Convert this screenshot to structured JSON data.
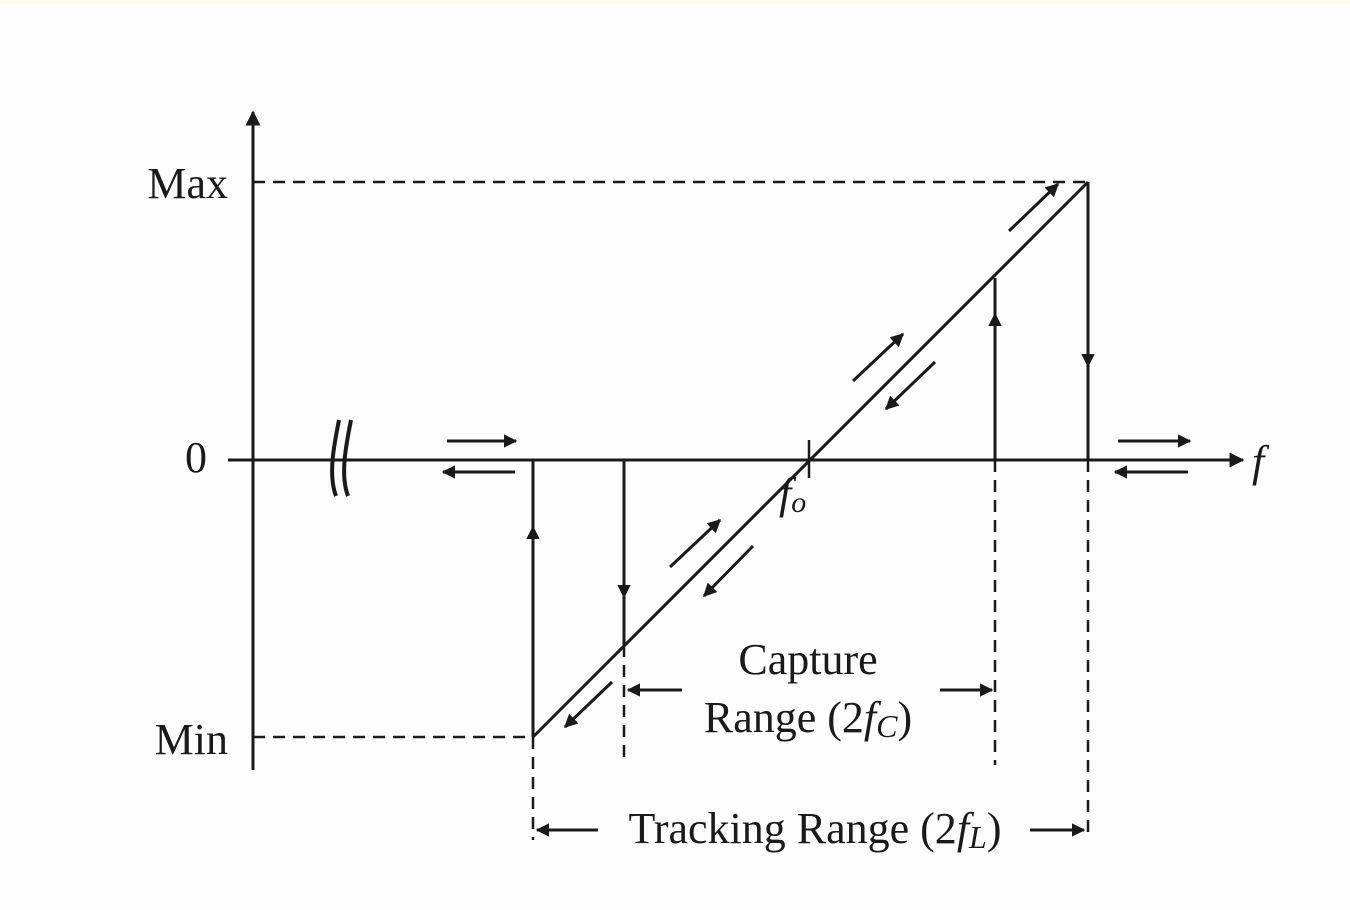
{
  "axis": {
    "y_max": "Max",
    "y_zero": "0",
    "y_min": "Min",
    "x_var": "f",
    "center_freq_f": "f",
    "center_freq_sub": "o"
  },
  "capture_range": {
    "line1": "Capture",
    "line2_pre": "Range (2",
    "f": "f",
    "sub": "C",
    "close": ")"
  },
  "tracking_range": {
    "pre": "Tracking Range (2",
    "f": "f",
    "sub": "L",
    "close": ")"
  },
  "colors": {
    "ink": "#1a1a1a",
    "background": "#fdfdfd"
  }
}
